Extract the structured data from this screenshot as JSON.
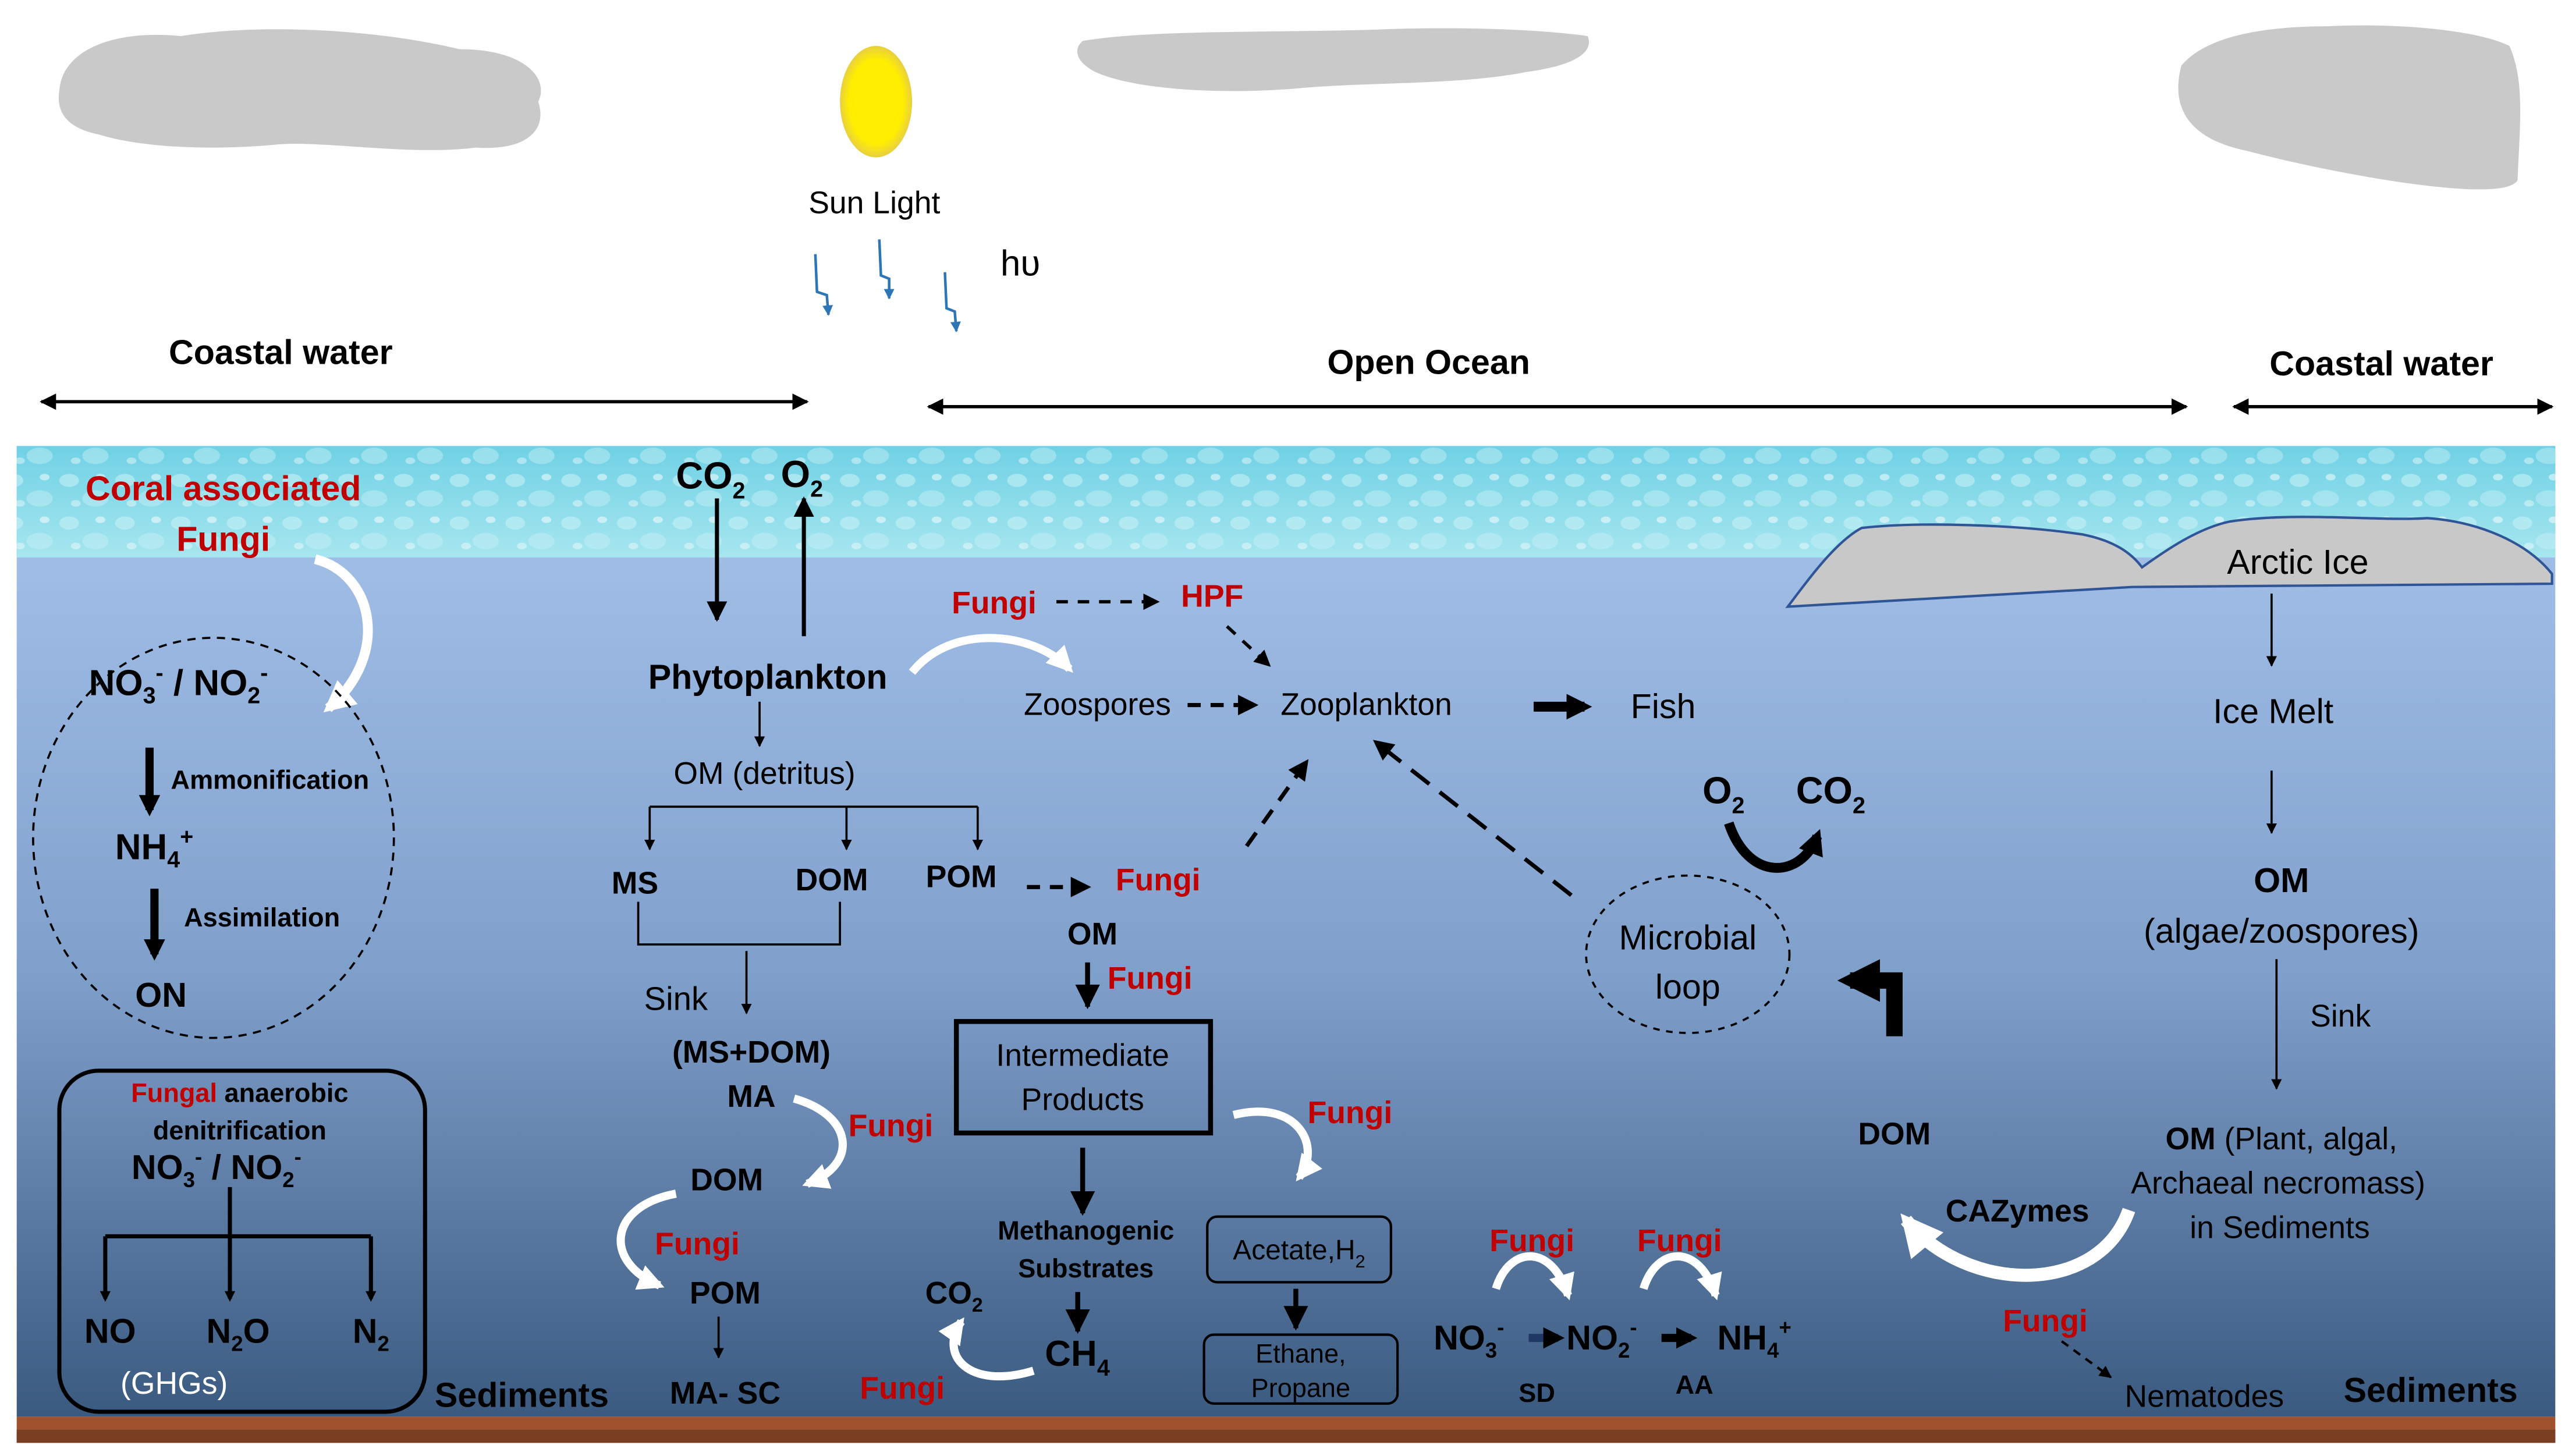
{
  "colors": {
    "red": "#c00000",
    "cloud": "#c9c9c9",
    "sun": "#ffee00",
    "ice": "#c8c8c8",
    "water_top": "#a7c4ea",
    "water_bottom": "#3e5f86",
    "surface": "#7fd6e4",
    "sediment": "#a0522d"
  },
  "icons": [
    "cloud-icon",
    "sun-icon",
    "lightning-arrow-icon",
    "curved-arrow-icon",
    "ice-sheet-icon"
  ],
  "sky": {
    "sun": "Sun Light",
    "hv": "hυ"
  },
  "zones": {
    "coastal_left": "Coastal water",
    "open": "Open Ocean",
    "coastal_right": "Coastal water"
  },
  "left": {
    "coral1": "Coral associated",
    "coral2": "Fungi",
    "no3": "NO",
    "sub3": "3",
    "supm": "-",
    "slash": " / ",
    "no2": "NO",
    "sub2": "2",
    "supm2": "-",
    "ammonification": "Ammonification",
    "nh": "NH",
    "nh_sub": "4",
    "nh_sup": "+",
    "assimilation": "Assimilation",
    "on": "ON",
    "fungal": "Fungal",
    "anaerobic": " anaerobic",
    "denit": "denitrification",
    "b_no3": "NO",
    "b_sub3": "3",
    "b_supm": "-",
    "b_slash": " / ",
    "b_no2": "NO",
    "b_sub2": "2",
    "b_supm2": "-",
    "no": "NO",
    "n2o_a": "N",
    "n2o_sub": "2",
    "n2o_b": "O",
    "n2": "N",
    "n2_sub": "2",
    "ghgs": "(GHGs)",
    "sediments": "Sediments"
  },
  "middle": {
    "co2": "CO",
    "co2_sub": "2",
    "o2": "O",
    "o2_sub": "2",
    "phyto": "Phytoplankton",
    "om_det": "OM (detritus)",
    "ms": "MS",
    "dom": "DOM",
    "pom": "POM",
    "sink": "Sink",
    "msdom": "(MS+DOM)",
    "ma": "MA",
    "fungi1": "Fungi",
    "dom2": "DOM",
    "fungi2": "Fungi",
    "pom2": "POM",
    "masc": "MA- SC",
    "fungi_pom": "Fungi",
    "om": "OM",
    "fungi_om": "Fungi",
    "inter1": "Intermediate",
    "inter2": "Products",
    "fungi_inter": "Fungi",
    "meth1": "Methanogenic",
    "meth2": "Substrates",
    "co2b": "CO",
    "co2b_sub": "2",
    "ch4": "CH",
    "ch4_sub": "4",
    "fungi_ch4": "Fungi",
    "acetate": "Acetate,H",
    "acetate_sub": "2",
    "ethane1": "Ethane,",
    "ethane2": "Propane"
  },
  "open": {
    "fungi_top": "Fungi",
    "hpf": "HPF",
    "zoospores": "Zoospores",
    "zooplankton": "Zooplankton",
    "fish": "Fish",
    "o2": "O",
    "o2_sub": "2",
    "co2": "CO",
    "co2_sub": "2",
    "micro1": "Microbial",
    "micro2": "loop",
    "dom": "DOM",
    "fungi_a": "Fungi",
    "fungi_b": "Fungi",
    "no3": "NO",
    "no3_sub": "3",
    "no3_sup": "-",
    "no2": "NO",
    "no2_sub": "2",
    "no2_sup": "-",
    "nh4": "NH",
    "nh4_sub": "4",
    "nh4_sup": "+",
    "sd": "SD",
    "aa": "AA"
  },
  "right": {
    "arctic": "Arctic Ice",
    "melt": "Ice Melt",
    "om": "OM",
    "algae": "(algae/zoospores)",
    "sink": "Sink",
    "om2": "OM",
    "plant": " (Plant, algal,",
    "archaeal": "Archaeal necromass)",
    "insed": "in Sediments",
    "cazymes": "CAZymes",
    "fungi": "Fungi",
    "nematodes": "Nematodes",
    "sediments": "Sediments"
  }
}
